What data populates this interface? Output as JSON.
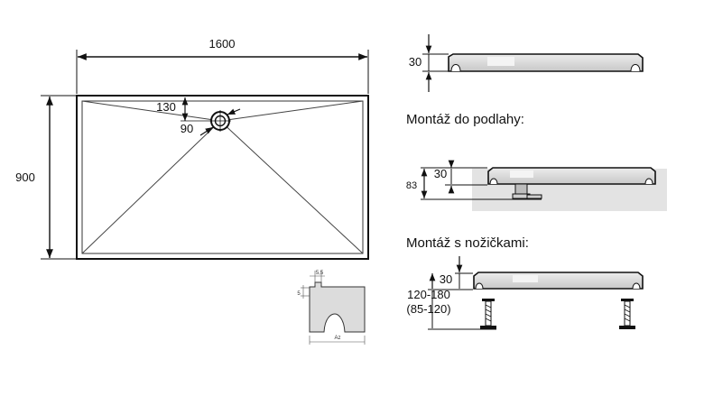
{
  "plan": {
    "width_label": "1600",
    "height_label": "900",
    "drain_offset_label": "130",
    "drain_diameter_label": "90"
  },
  "section_profile": {
    "thickness_label": "30"
  },
  "floor_mount": {
    "caption": "Montáž do podlahy:",
    "depth_label": "83",
    "thickness_label": "30"
  },
  "feet_mount": {
    "caption": "Montáž s nožičkami:",
    "thickness_label": "30",
    "height_label": "120-180",
    "height_alt_label": "(85-120)"
  },
  "edge_detail": {
    "top_label": "5,5",
    "side_label": "5",
    "width_label": "Az"
  },
  "colors": {
    "line": "#111111",
    "tray_fill": "#d9d9d9",
    "floor_fill": "#e3e3e3",
    "drain_fill": "#bdbdbd"
  }
}
